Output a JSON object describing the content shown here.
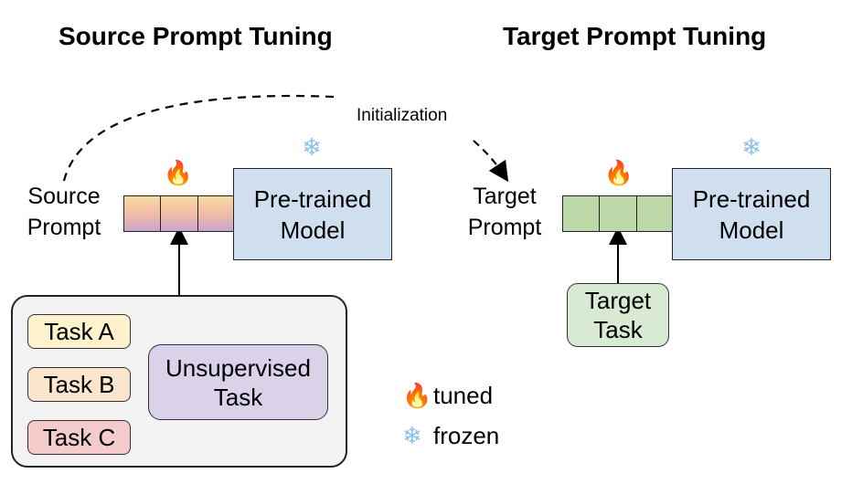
{
  "titles": {
    "source": "Source Prompt Tuning",
    "target": "Target Prompt Tuning"
  },
  "arrow_label": "Initialization",
  "source": {
    "prompt_label_line1": "Source",
    "prompt_label_line2": "Prompt",
    "model_line1": "Pre-trained",
    "model_line2": "Model",
    "prompt_cells": 3,
    "prompt_state_icon": "fire-icon",
    "model_state_icon": "snowflake-icon",
    "tasks": [
      "Task A",
      "Task B",
      "Task C"
    ],
    "task_colors": [
      "#fff2cc",
      "#fce5cd",
      "#f4cccc"
    ],
    "unsupervised_line1": "Unsupervised",
    "unsupervised_line2": "Task",
    "unsupervised_color": "#d9d2e9"
  },
  "target": {
    "prompt_label_line1": "Target",
    "prompt_label_line2": "Prompt",
    "model_line1": "Pre-trained",
    "model_line2": "Model",
    "prompt_cells": 3,
    "prompt_state_icon": "fire-icon",
    "model_state_icon": "snowflake-icon",
    "task_line1": "Target",
    "task_line2": "Task",
    "task_color": "#d9ead3"
  },
  "legend": {
    "tuned": "tuned",
    "frozen": "frozen",
    "tuned_glyph": "🔥",
    "frozen_glyph": "❄"
  },
  "icons": {
    "fire": "🔥",
    "snow": "❄"
  }
}
